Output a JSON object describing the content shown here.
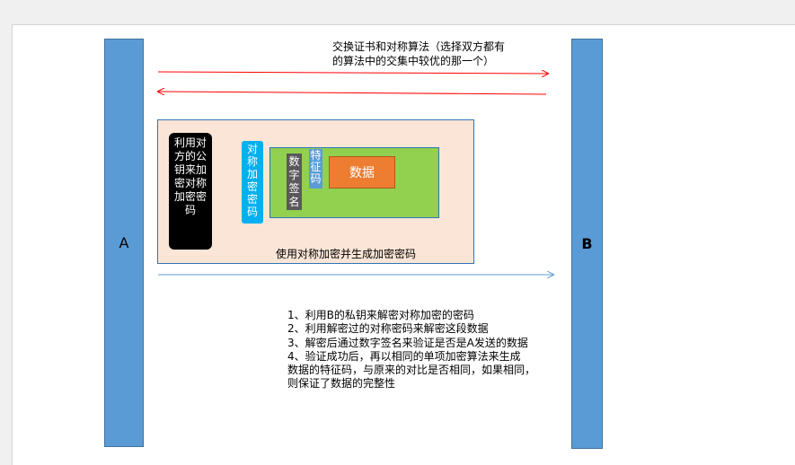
{
  "party_a_label": "A",
  "party_b_label": "B",
  "top_note": {
    "line1": "交换证书和对称算法（选择双方都有",
    "line2": "的算法中的交集中较优的那一个）"
  },
  "envelope": {
    "black_box_text": "利用对方的公钥来加密对称加密密码",
    "sym_key_text": "对称加密密码",
    "signature_text": "数字签名",
    "feature_code_text": "特征码",
    "data_text": "数据",
    "bottom_label": "使用对称加密并生成加密密码"
  },
  "steps": [
    "1、利用B的私钥来解密对称加密的密码",
    "2、利用解密过的对称密码来解密这段数据",
    "3、解密后通过数字签名来验证是否是A发送的数据",
    "4、验证成功后，再以相同的单项加密算法来生成",
    "数据的特征码，与原来的对比是否相同，如果相同，",
    "则保证了数据的完整性"
  ],
  "colors": {
    "bar": "#5b9bd5",
    "red_arrow": "#ff0000",
    "blue_arrow": "#5b9bd5",
    "envelope_bg": "#fbe5d6",
    "green_box": "#92d050",
    "data_box": "#ed7d31",
    "sym_key": "#00b0f0"
  }
}
